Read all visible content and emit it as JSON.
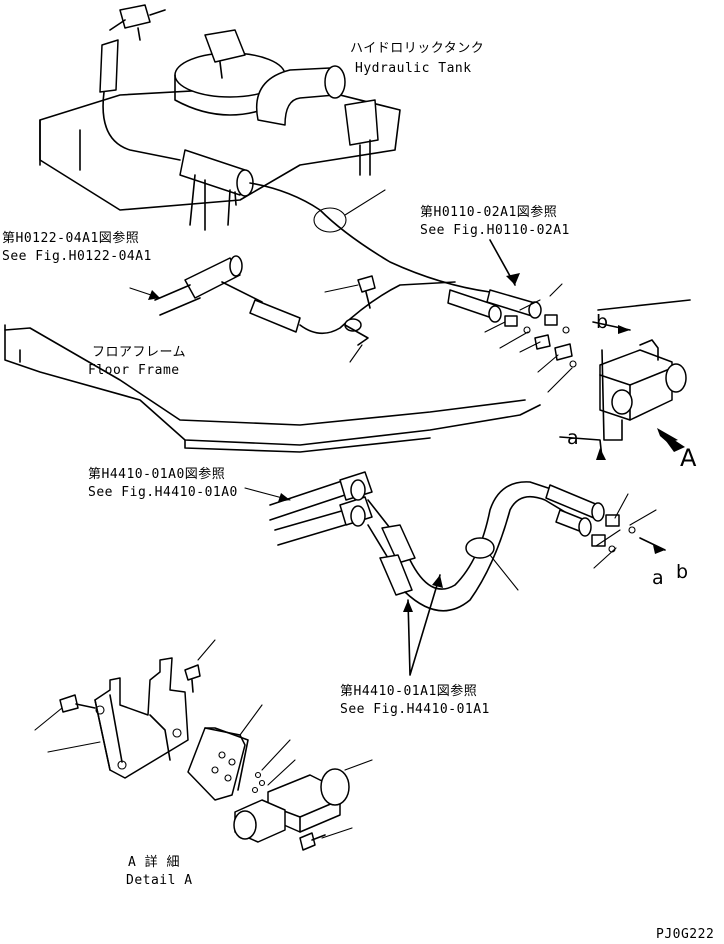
{
  "labels": {
    "tank_jp": "ハイドロリックタンク",
    "tank_en": "Hydraulic Tank",
    "ref1_jp": "第H0110-02A1図参照",
    "ref1_en": "See Fig.H0110-02A1",
    "ref2_jp": "第H0122-04A1図参照",
    "ref2_en": "See Fig.H0122-04A1",
    "frame_jp": "フロアフレーム",
    "frame_en": "Floor Frame",
    "ref3_jp": "第H4410-01A0図参照",
    "ref3_en": "See Fig.H4410-01A0",
    "ref4_jp": "第H4410-01A1図参照",
    "ref4_en": "See Fig.H4410-01A1",
    "detail_jp": "A 詳 細",
    "detail_en": "Detail A",
    "drawing_code": "PJ0G222"
  },
  "markers": {
    "a": "a",
    "b": "b",
    "view_a": "A"
  }
}
